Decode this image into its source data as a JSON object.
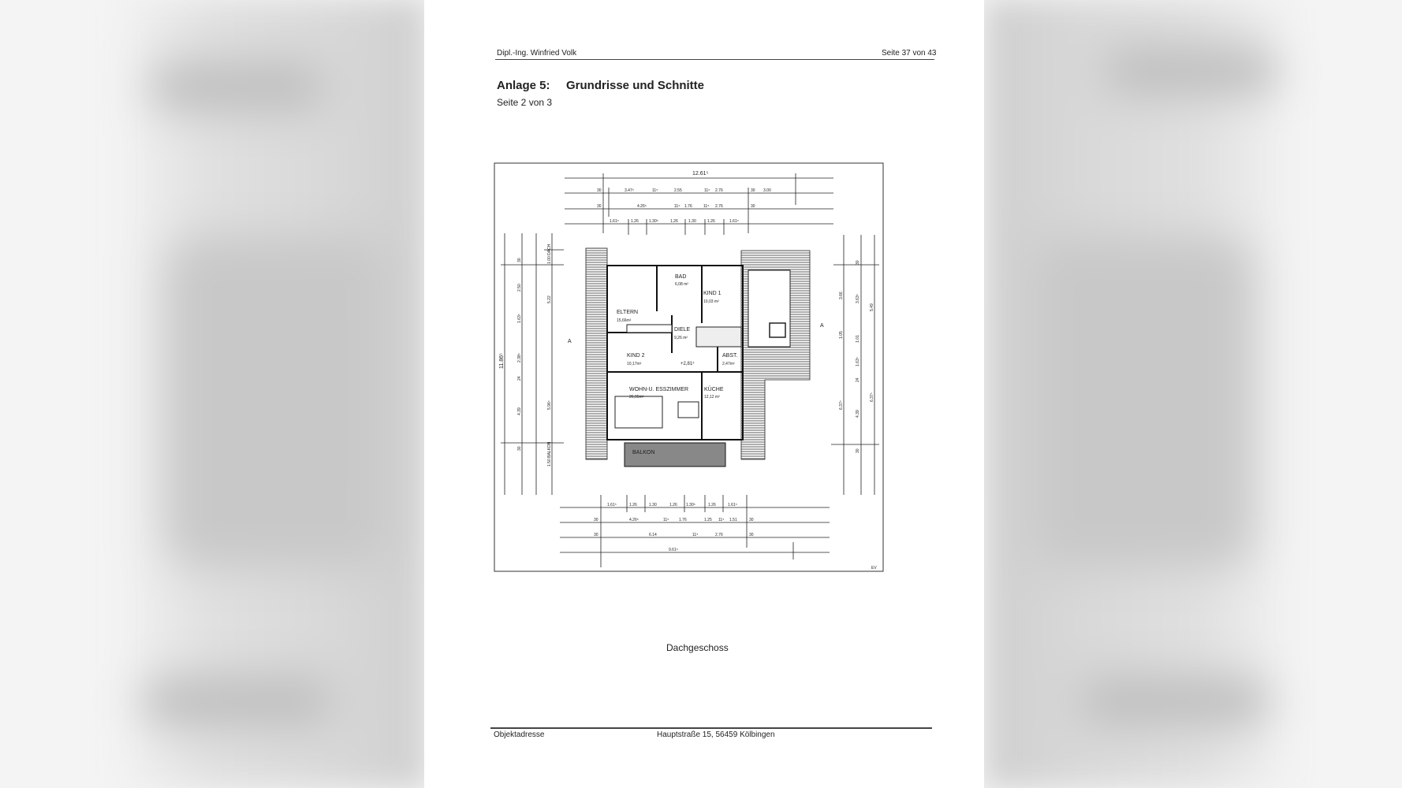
{
  "header": {
    "author": "Dipl.-Ing. Winfried Volk",
    "page": "Seite 37 von 43"
  },
  "title": {
    "label": "Anlage 5:",
    "text": "Grundrisse und Schnitte",
    "subtitle": "Seite 2 von 3"
  },
  "plan": {
    "rooms": [
      {
        "name": "ELTERN",
        "area": "15,66m²"
      },
      {
        "name": "BAD",
        "area": "6,08 m²"
      },
      {
        "name": "KIND 1",
        "area": "10,03 m²"
      },
      {
        "name": "DIELE",
        "area": "9,26 m²"
      },
      {
        "name": "KIND 2",
        "area": "10,17m²"
      },
      {
        "name": "ABST.",
        "area": "2,47m²"
      },
      {
        "name": "WOHN-U. ESSZIMMER",
        "area": "26,95m²"
      },
      {
        "name": "KÜCHE",
        "area": "12,12 m²"
      },
      {
        "name": "BALKON",
        "area": ""
      }
    ],
    "level": "+2,81⁵",
    "section_marker": "A",
    "signature": "EV",
    "dims_top": [
      "12.61⁵",
      "30",
      "3.47⁵",
      "11⁵",
      "2.55",
      "11⁵",
      "2.76",
      "30",
      "3.00",
      "30",
      "4.26⁵",
      "11⁵",
      "1.76",
      "11⁵",
      "2.76",
      "30",
      "1.61⁵",
      "1.26",
      "1.30⁵",
      "1.26",
      "1.30",
      "1.26",
      "1.61⁵"
    ],
    "dims_bottom": [
      "1.61⁵",
      "1.26",
      "1.30",
      "1.26",
      "1.30⁵",
      "1.26",
      "1.61⁵",
      "30",
      "4.26⁵",
      "11⁵",
      "1.76",
      "1.25",
      "11⁵",
      "1.51",
      "30",
      "30",
      "6.14",
      "11⁵",
      "2.76",
      "30",
      "9.61⁵"
    ],
    "dims_left": [
      "11.86⁵",
      "30",
      "2.50",
      "1.63⁵",
      "2.38⁵",
      "24",
      "4.39",
      "30",
      "1.00 DACH",
      "5.22",
      "5.96⁵",
      "1.50 BALKON"
    ],
    "dims_right": [
      "30",
      "3.66",
      "3.63⁵",
      "5.49",
      "1.05",
      "1.01",
      "1.63⁵",
      "24",
      "6.37⁵",
      "4.39",
      "6.37⁵",
      "30"
    ]
  },
  "caption": "Dachgeschoss",
  "footer": {
    "label": "Objektadresse",
    "address": "Hauptstraße 15, 56459 Kölbingen"
  }
}
